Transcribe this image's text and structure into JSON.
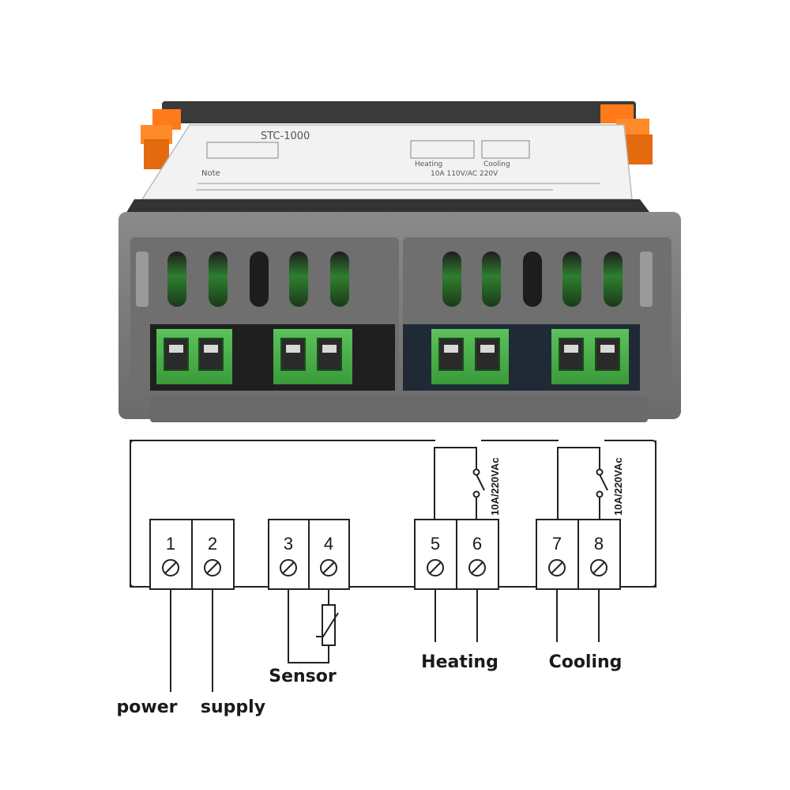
{
  "device": {
    "model_label": "STC-1000",
    "panel_note": "Note",
    "panel_heating": "Heating",
    "panel_cooling": "Cooling",
    "panel_rating": "10A 110V/AC 220V"
  },
  "terminals": [
    {
      "number": "1"
    },
    {
      "number": "2"
    },
    {
      "number": "3"
    },
    {
      "number": "4"
    },
    {
      "number": "5"
    },
    {
      "number": "6"
    },
    {
      "number": "7"
    },
    {
      "number": "8"
    }
  ],
  "relays": {
    "heating_rating": "10A/220VAc",
    "cooling_rating": "10A/220VAc"
  },
  "labels": {
    "power": "power",
    "supply": "supply",
    "sensor": "Sensor",
    "heating": "Heating",
    "cooling": "Cooling"
  },
  "colors": {
    "housing": "#7a7a7a",
    "housing_dark": "#5c5c5c",
    "terminal_green": "#4caf50",
    "clip_orange": "#ff7a1a",
    "slot_green": "#3fbf3f"
  }
}
